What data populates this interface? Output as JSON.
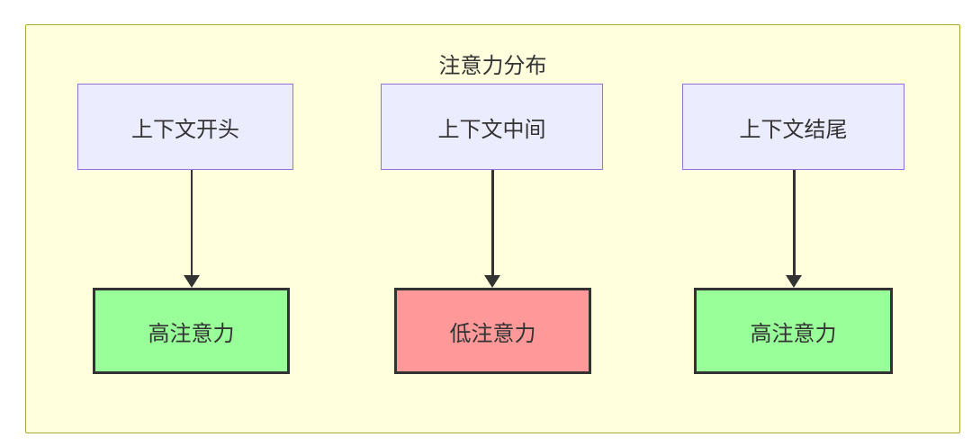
{
  "diagram": {
    "title": "注意力分布",
    "source_nodes": [
      {
        "label": "上下文开头"
      },
      {
        "label": "上下文中间"
      },
      {
        "label": "上下文结尾"
      }
    ],
    "target_nodes": [
      {
        "label": "高注意力",
        "level": "high"
      },
      {
        "label": "低注意力",
        "level": "low"
      },
      {
        "label": "高注意力",
        "level": "high"
      }
    ],
    "edges": [
      {
        "from": "上下文开头",
        "to": "高注意力"
      },
      {
        "from": "上下文中间",
        "to": "低注意力"
      },
      {
        "from": "上下文结尾",
        "to": "高注意力"
      }
    ],
    "colors": {
      "cluster_fill": "#ffffde",
      "cluster_border": "#aaaa33",
      "source_node_fill": "#ececff",
      "source_node_border": "#9370db",
      "high_attention_fill": "#99ff99",
      "low_attention_fill": "#ff9999",
      "emphasis_border": "#333333",
      "arrow": "#333333",
      "text": "#333333"
    }
  }
}
